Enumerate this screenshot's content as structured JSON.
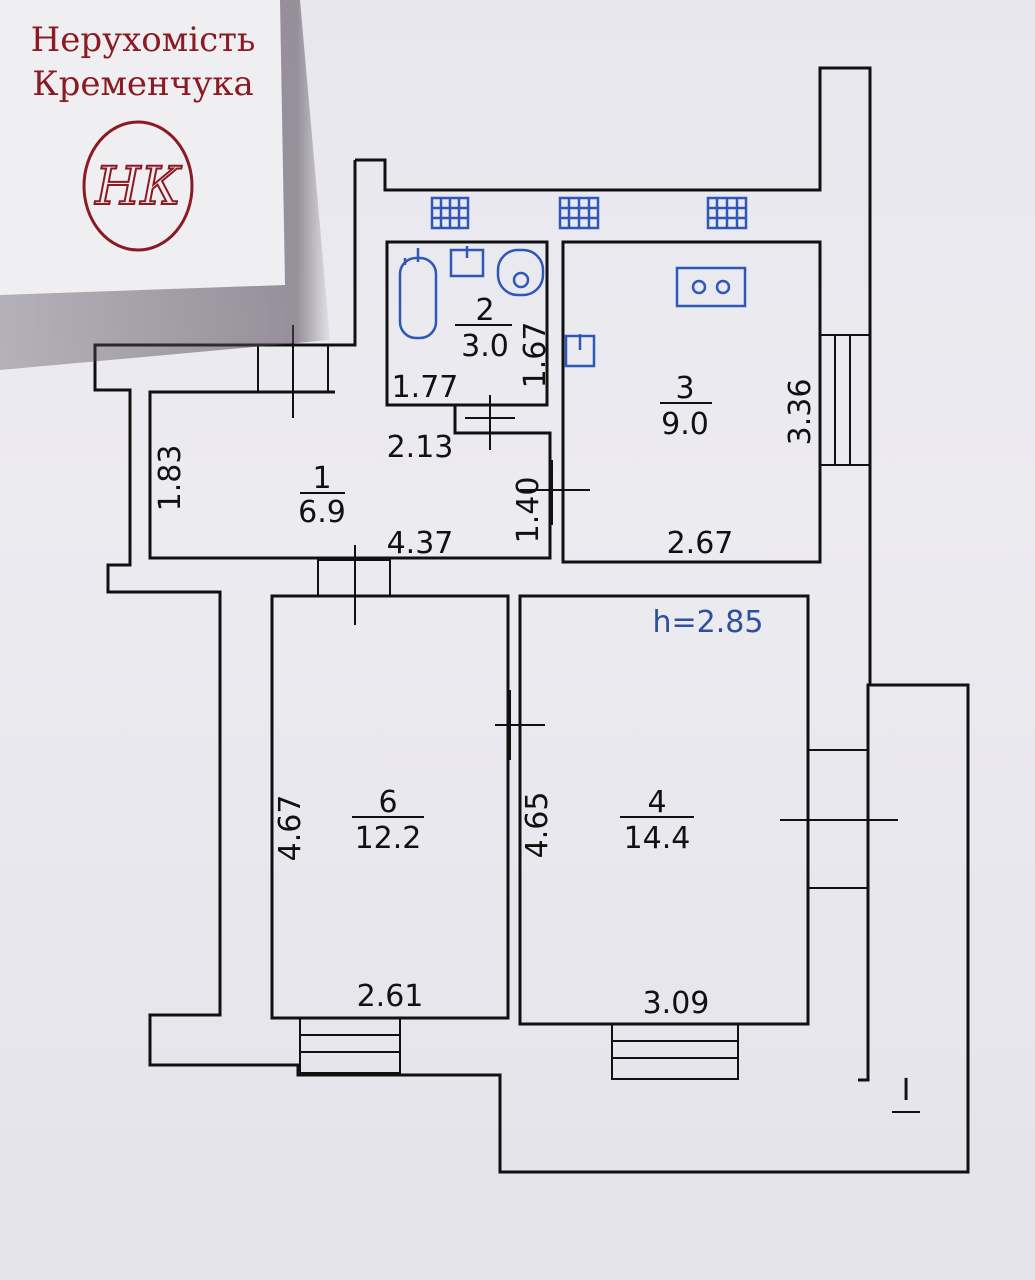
{
  "brand": {
    "line1": "Нерухомість",
    "line2": "Кременчука",
    "monogram": "НК",
    "color": "#8b1a22"
  },
  "plan": {
    "ceiling_height": "h=2.85",
    "section_mark": "I",
    "rooms": [
      {
        "number": "1",
        "area": "6.9"
      },
      {
        "number": "2",
        "area": "3.0"
      },
      {
        "number": "3",
        "area": "9.0"
      },
      {
        "number": "4",
        "area": "14.4"
      },
      {
        "number": "6",
        "area": "12.2"
      }
    ],
    "dimensions": {
      "bath_width": "1.77",
      "bath_depth": "1.67",
      "corridor_top": "2.13",
      "corridor_left": "1.83",
      "corridor_bottom": "4.37",
      "corridor_right": "1.40",
      "kitchen_width": "2.67",
      "kitchen_depth": "3.36",
      "room6_depth": "4.67",
      "room6_width": "2.61",
      "room4_depth": "4.65",
      "room4_width": "3.09"
    },
    "fixture_color": "#2e58b8"
  }
}
